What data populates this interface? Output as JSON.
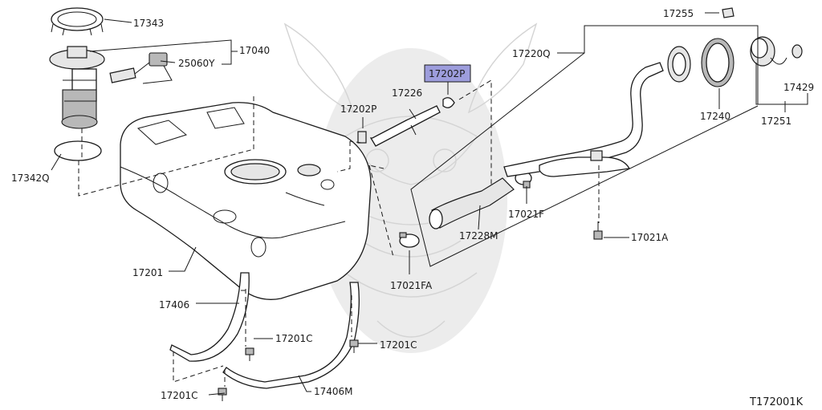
{
  "diagram_code": "T172001K",
  "highlight_color": "#9d9ddc",
  "labels": {
    "p17343": "17343",
    "p17040": "17040",
    "p25060Y": "25060Y",
    "p17342Q": "17342Q",
    "p17201": "17201",
    "p17406": "17406",
    "p17201C_a": "17201C",
    "p17201C_b": "17201C",
    "p17201C_c": "17201C",
    "p17406M": "17406M",
    "p17202P_left": "17202P",
    "p17226": "17226",
    "p17202P_hl": "17202P",
    "p17021FA": "17021FA",
    "p17228M": "17228M",
    "p17021F": "17021F",
    "p17021A": "17021A",
    "p17220Q": "17220Q",
    "p17240": "17240",
    "p17255": "17255",
    "p17429": "17429",
    "p17251": "17251"
  }
}
